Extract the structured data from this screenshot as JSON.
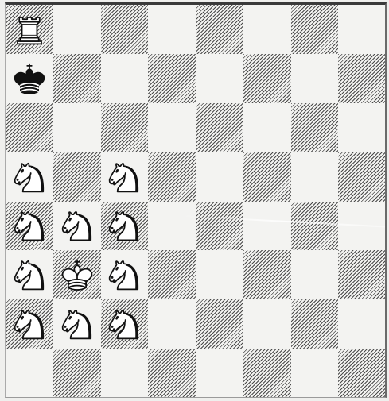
{
  "diagram": {
    "board_size": 8,
    "orientation": "white at bottom",
    "colors": {
      "light_square": "#f3f3f1",
      "dark_square_hatch": "#4a4a4a",
      "frame": "#3a3a3a"
    },
    "pieces": [
      {
        "square": "a8",
        "color": "white",
        "type": "rook",
        "icon": "white-rook-icon"
      },
      {
        "square": "a7",
        "color": "black",
        "type": "king",
        "icon": "black-king-icon"
      },
      {
        "square": "a5",
        "color": "white",
        "type": "knight",
        "icon": "white-knight-icon"
      },
      {
        "square": "c5",
        "color": "white",
        "type": "knight",
        "icon": "white-knight-icon"
      },
      {
        "square": "a4",
        "color": "white",
        "type": "knight",
        "icon": "white-knight-icon"
      },
      {
        "square": "b4",
        "color": "white",
        "type": "knight",
        "icon": "white-knight-icon"
      },
      {
        "square": "c4",
        "color": "white",
        "type": "knight",
        "icon": "white-knight-icon"
      },
      {
        "square": "a3",
        "color": "white",
        "type": "knight",
        "icon": "white-knight-icon"
      },
      {
        "square": "b3",
        "color": "white",
        "type": "king",
        "icon": "white-king-icon"
      },
      {
        "square": "c3",
        "color": "white",
        "type": "knight",
        "icon": "white-knight-icon"
      },
      {
        "square": "a2",
        "color": "white",
        "type": "knight",
        "icon": "white-knight-icon"
      },
      {
        "square": "b2",
        "color": "white",
        "type": "knight",
        "icon": "white-knight-icon"
      },
      {
        "square": "c2",
        "color": "white",
        "type": "knight",
        "icon": "white-knight-icon"
      }
    ]
  }
}
